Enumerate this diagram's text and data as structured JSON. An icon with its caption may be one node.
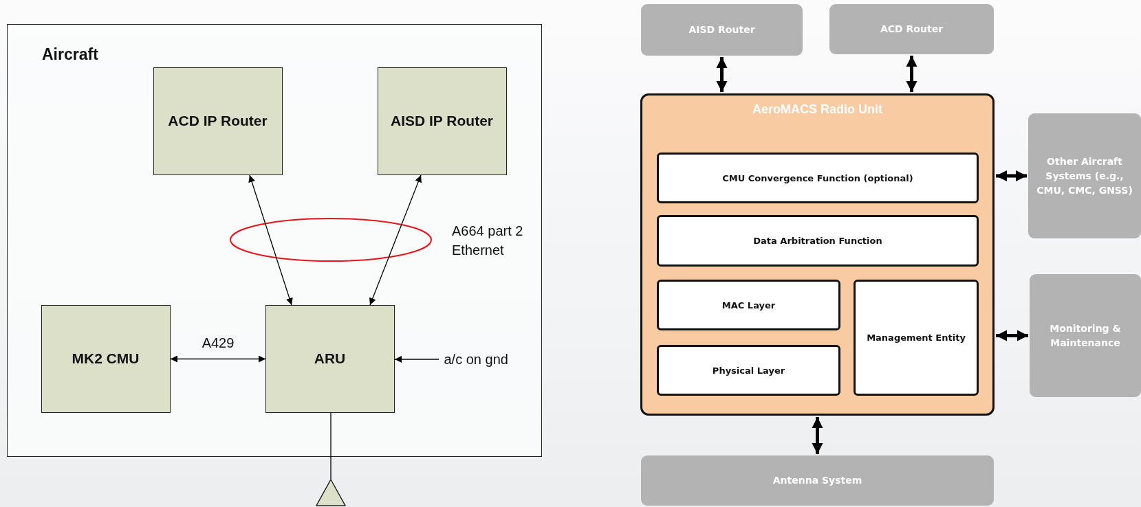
{
  "diagram": {
    "nodes": [
      {
        "text": [
          "Aircraft"
        ]
      },
      {
        "text": [
          "ACD IP Router"
        ],
        "in": 0
      },
      {
        "text": [
          "AISD IP Router"
        ],
        "in": 0
      },
      {
        "text": [
          "MK2 CMU"
        ],
        "in": 0
      },
      {
        "text": [
          "ARU"
        ],
        "in": 0
      },
      {
        "text": [
          "a/c on gnd"
        ],
        "in": 0
      },
      {
        "text": [],
        "shape": "triangle"
      },
      {
        "text": [
          "AISD Router"
        ]
      },
      {
        "text": [
          "ACD Router"
        ]
      },
      {
        "text": [
          "AeroMACS Radio Unit"
        ]
      },
      {
        "text": [
          "CMU Convergence Function (optional)"
        ],
        "in": 9
      },
      {
        "text": [
          "Data Arbitration Function"
        ],
        "in": 9
      },
      {
        "text": [
          "MAC Layer"
        ],
        "in": 9
      },
      {
        "text": [
          "Physical Layer"
        ],
        "in": 9
      },
      {
        "text": [
          "Management Entity"
        ],
        "in": 9
      },
      {
        "text": [
          "Other Aircraft Systems (e.g., CMU, CMC, GNSS)"
        ]
      },
      {
        "text": [
          "Monitoring & Maintenance"
        ]
      },
      {
        "text": [
          "Antenna System"
        ]
      }
    ],
    "edges": [
      {
        "from": 1,
        "to": 4,
        "arrow": "both"
      },
      {
        "from": 2,
        "to": 4,
        "arrow": "both"
      },
      {
        "from": 3,
        "to": 4,
        "arrow": "both",
        "label": "A429"
      },
      {
        "from": 5,
        "to": 4,
        "arrow": "to"
      },
      {
        "from": 4,
        "to": 6,
        "arrow": "none"
      },
      {
        "from": 7,
        "to": 9,
        "arrow": "both",
        "style": "thick"
      },
      {
        "from": 8,
        "to": 9,
        "arrow": "both",
        "style": "thick"
      },
      {
        "from": 9,
        "to": 15,
        "arrow": "both",
        "style": "thick"
      },
      {
        "from": 9,
        "to": 16,
        "arrow": "both",
        "style": "thick"
      },
      {
        "from": 9,
        "to": 17,
        "arrow": "both",
        "style": "thick"
      }
    ],
    "labels": [
      "A664 part 2 Ethernet"
    ]
  }
}
